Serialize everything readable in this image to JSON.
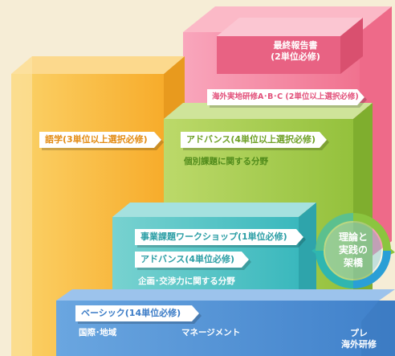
{
  "final_report": {
    "line1": "最終報告書",
    "line2": "(2単位必修)"
  },
  "overseas_training": {
    "label": "海外実地研修A･B･C (2単位以上選択必修)"
  },
  "language": {
    "label": "語学(3単位以上選択必修)"
  },
  "advanced_top": {
    "label": "アドバンス(4単位以上選択必修)",
    "subtitle": "個別課題に関する分野"
  },
  "workshop": {
    "label": "事業課題ワークショップ(1単位必修)"
  },
  "advanced_mid": {
    "label": "アドバンス(4単位必修)",
    "subtitle": "企画･交渉力に関する分野"
  },
  "basic": {
    "label": "ベーシック(14単位必修)",
    "sub_left": "国際･地域",
    "sub_right": "マネージメント"
  },
  "cycle": {
    "line1": "理論と",
    "line2": "実践の",
    "line3": "架橋"
  },
  "pre_training": {
    "line1": "プレ",
    "line2": "海外研修"
  },
  "colors": {
    "orange": "#f6b63a",
    "green": "#a6cc4c",
    "pink": "#f27a96",
    "teal": "#4ec3c4",
    "blue": "#4a8fd3"
  }
}
